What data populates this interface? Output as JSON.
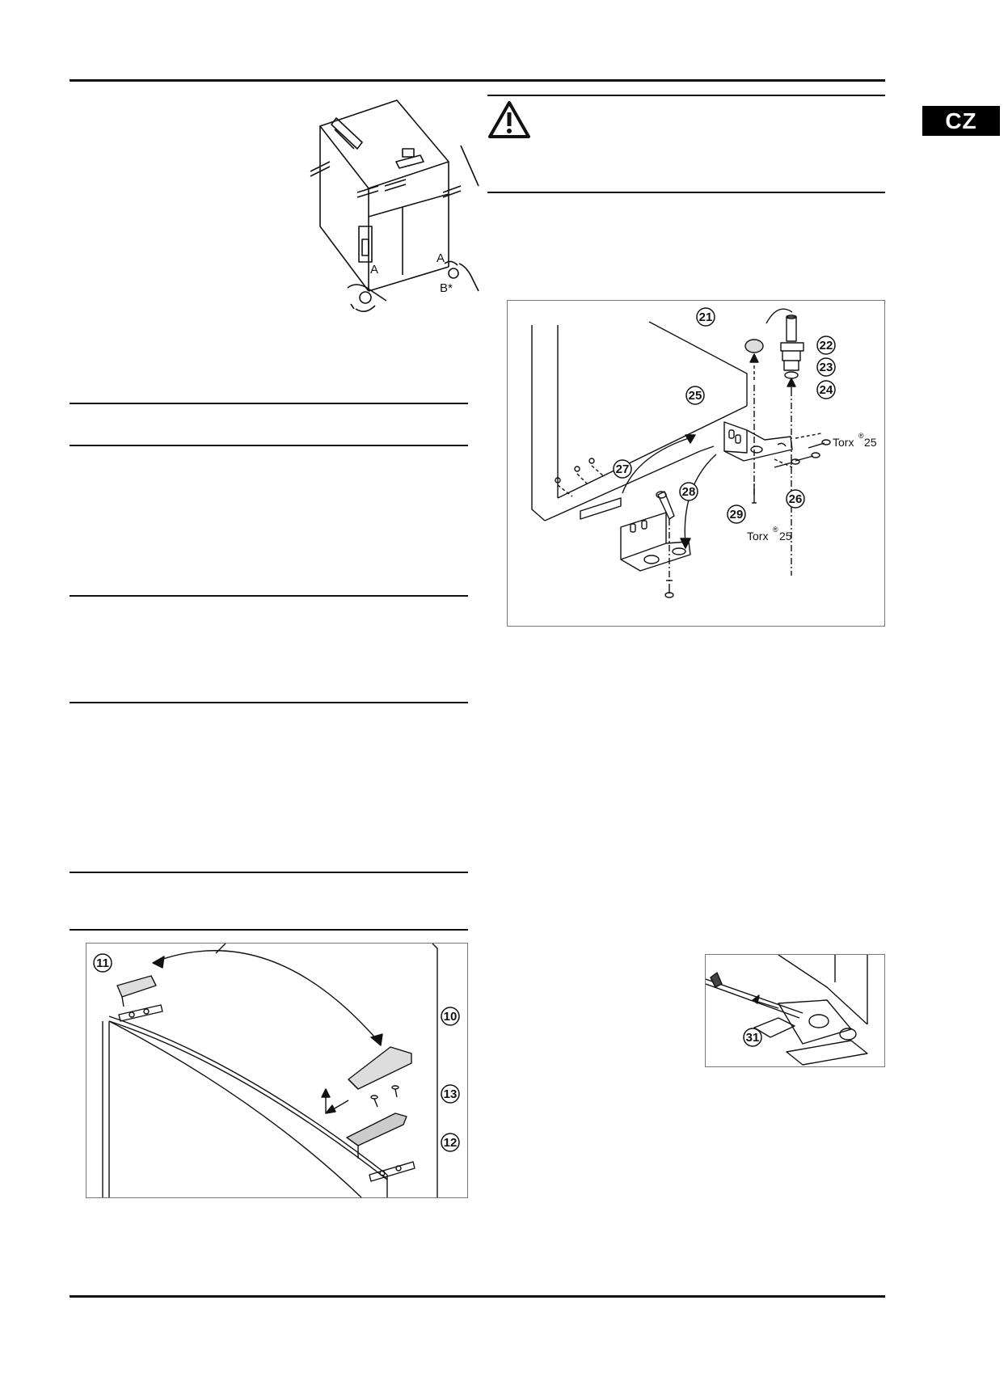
{
  "language_badge": "CZ",
  "figure_feet": {
    "label_a_left": "A",
    "label_a_right": "A",
    "label_b": "B*"
  },
  "figure_hinge": {
    "callouts": [
      "21",
      "22",
      "23",
      "24",
      "25",
      "26",
      "27",
      "28",
      "29"
    ],
    "torx_label_top": "Torx",
    "torx_sup_top": "®",
    "torx_size_top": "25",
    "torx_label_bottom": "Torx",
    "torx_sup_bottom": "®",
    "torx_size_bottom": "25"
  },
  "figure_cover": {
    "callouts": [
      "11",
      "10",
      "13",
      "12"
    ]
  },
  "figure_tool": {
    "callouts": [
      "31"
    ]
  }
}
